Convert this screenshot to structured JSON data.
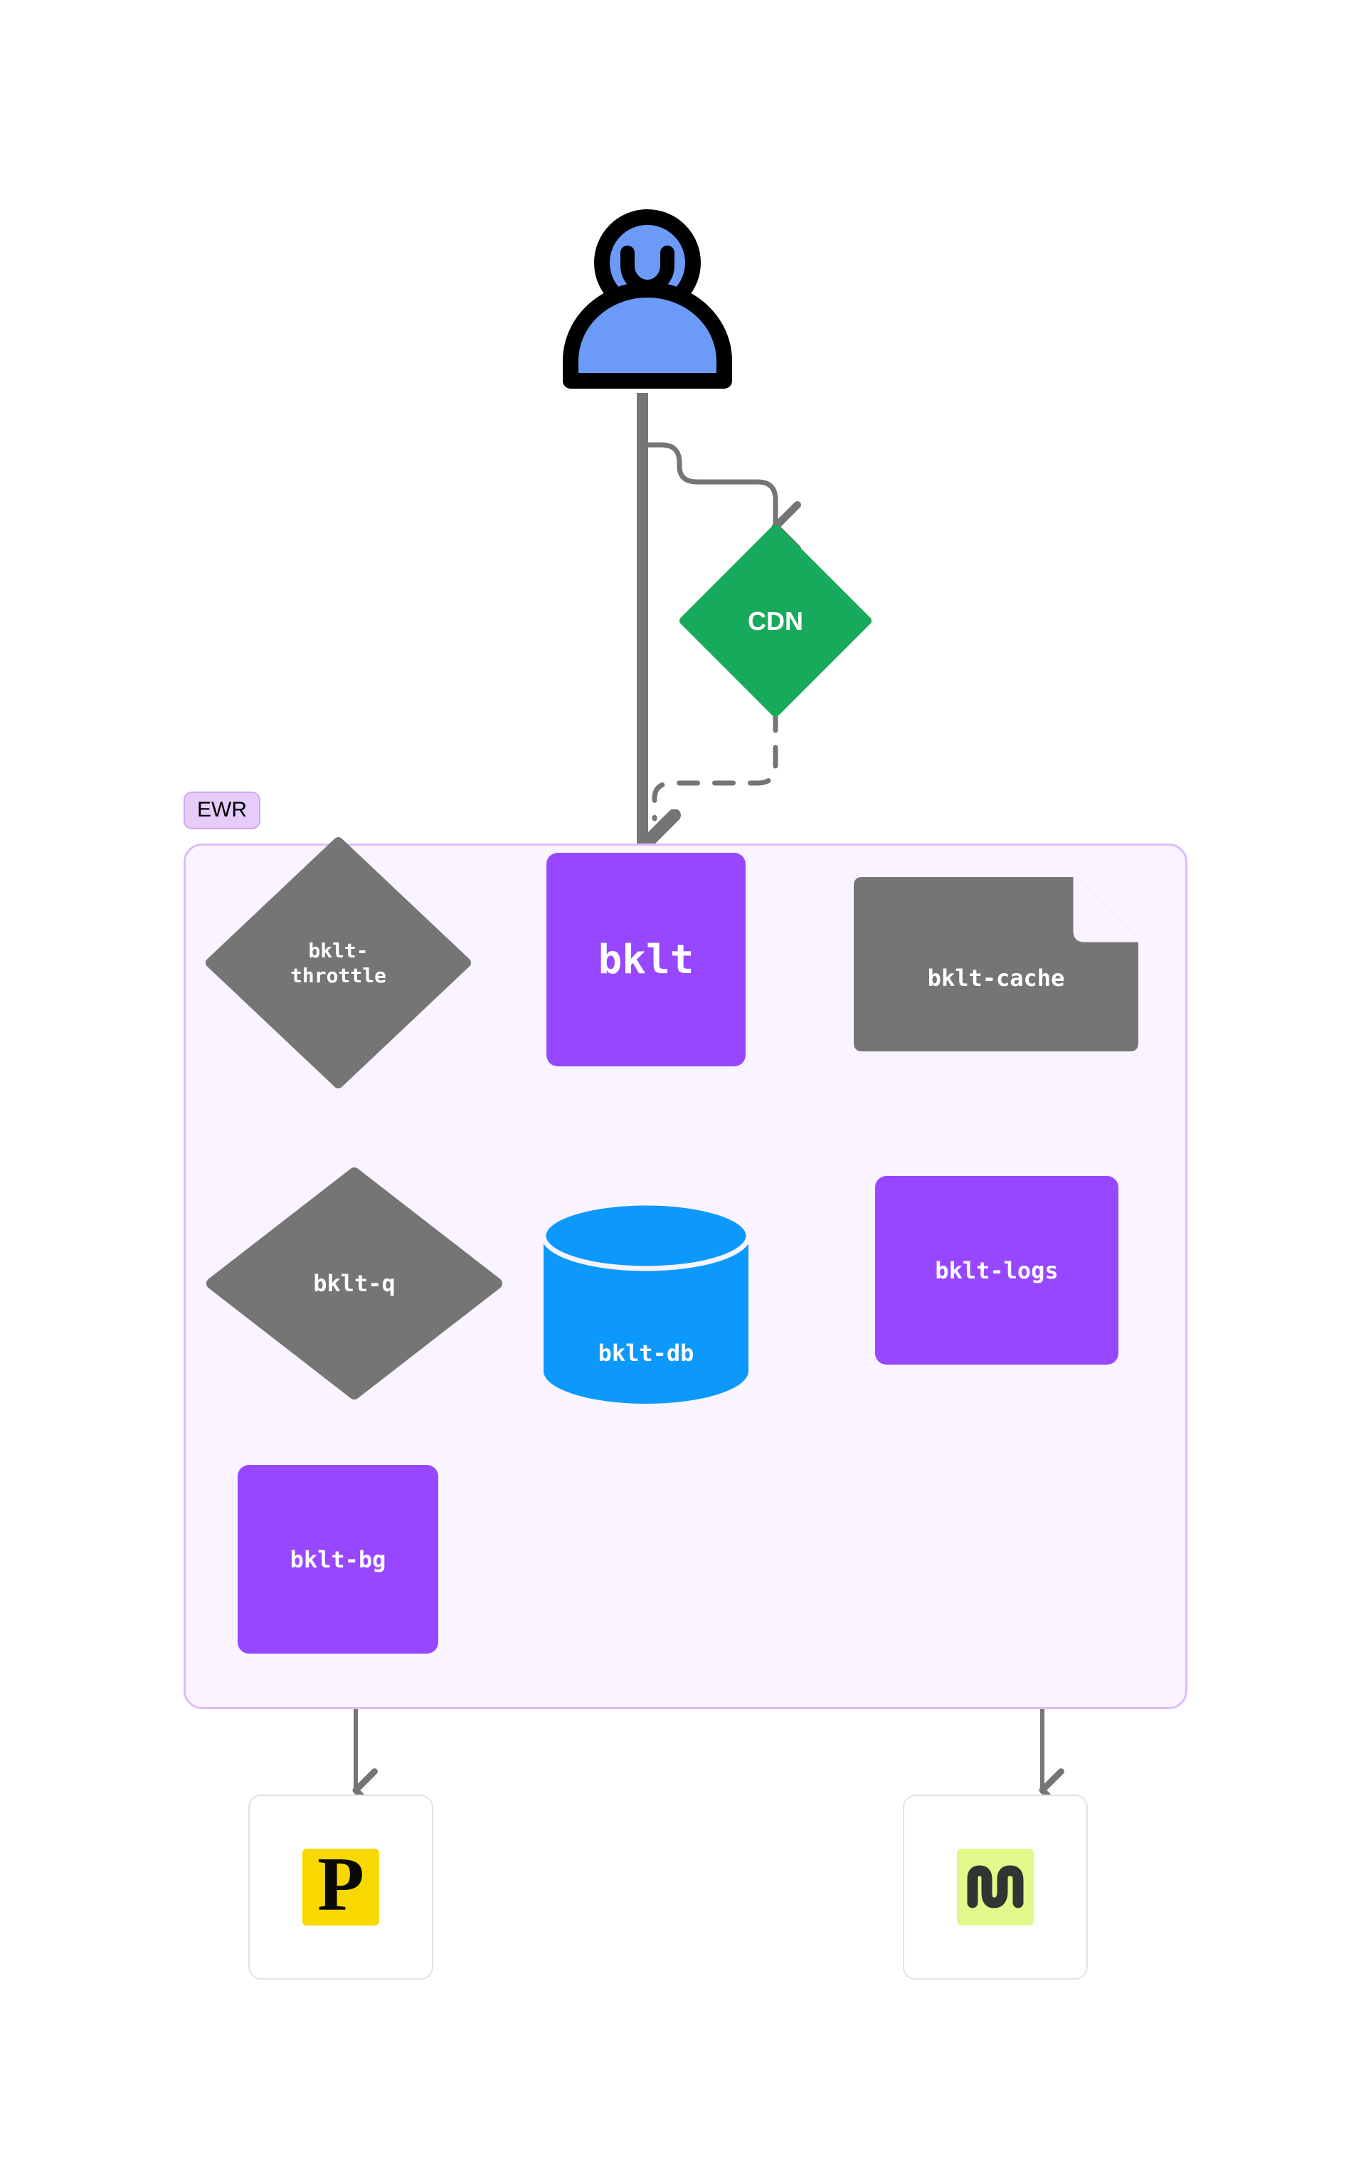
{
  "diagram": {
    "type": "architecture-flow",
    "background": "#ffffff",
    "palette": {
      "purple": "#9747ff",
      "gray": "#757575",
      "green": "#17a95c",
      "blue": "#0d99fb",
      "edge": "#757575",
      "region_fill": "#f9f4ff",
      "region_border": "#ddbcf7",
      "region_label_fill": "#e7ccfb",
      "logo_yellow": "#f9d800",
      "logo_lime": "#e0f98a",
      "logo_dark": "#2f3632",
      "person_blue": "#6b9bf7",
      "person_outline": "#000000"
    }
  },
  "region": {
    "label": "EWR"
  },
  "nodes": {
    "user": {
      "name": "user",
      "shape": "person-icon",
      "label": ""
    },
    "cdn": {
      "name": "CDN",
      "shape": "diamond",
      "label": "CDN",
      "color": "#17a95c"
    },
    "bklt": {
      "name": "bklt",
      "shape": "rounded-rect",
      "label": "bklt",
      "color": "#9747ff"
    },
    "throttle": {
      "name": "bklt-throttle",
      "shape": "diamond",
      "label_line1": "bklt-",
      "label_line2": "throttle",
      "color": "#757575"
    },
    "cache": {
      "name": "bklt-cache",
      "shape": "document",
      "label": "bklt-cache",
      "color": "#757575"
    },
    "queue": {
      "name": "bklt-q",
      "shape": "diamond",
      "label": "bklt-q",
      "color": "#757575"
    },
    "db": {
      "name": "bklt-db",
      "shape": "cylinder",
      "label": "bklt-db",
      "color": "#0d99fb"
    },
    "logs": {
      "name": "bklt-logs",
      "shape": "rounded-rect",
      "label": "bklt-logs",
      "color": "#9747ff"
    },
    "bg": {
      "name": "bklt-bg",
      "shape": "rounded-rect",
      "label": "bklt-bg",
      "color": "#9747ff"
    },
    "posthog": {
      "name": "posthog-logo",
      "shape": "logo-card",
      "glyph": "P",
      "color": "#f9d800"
    },
    "mux": {
      "name": "mux-logo",
      "shape": "logo-card",
      "glyph": "m",
      "color": "#e0f98a"
    }
  },
  "edges": [
    {
      "from": "user",
      "to": "bklt",
      "style": "solid-thick",
      "arrow": true
    },
    {
      "from": "user",
      "to": "cdn",
      "style": "solid",
      "arrow": true
    },
    {
      "from": "cdn",
      "to": "bklt",
      "style": "dashed",
      "arrow": false
    },
    {
      "from": "bklt",
      "to": "throttle",
      "style": "solid",
      "arrow": true
    },
    {
      "from": "bklt",
      "to": "cache",
      "style": "solid",
      "arrow": true
    },
    {
      "from": "bklt",
      "to": "queue",
      "style": "solid",
      "arrow": true
    },
    {
      "from": "bklt",
      "to": "db",
      "style": "solid",
      "arrow": true
    },
    {
      "from": "bklt",
      "to": "logs",
      "style": "solid",
      "arrow": true
    },
    {
      "from": "queue",
      "to": "bg",
      "style": "solid",
      "arrow": true
    },
    {
      "from": "bg",
      "to": "posthog",
      "style": "solid",
      "arrow": true
    },
    {
      "from": "logs",
      "to": "mux",
      "style": "solid",
      "arrow": true
    }
  ]
}
